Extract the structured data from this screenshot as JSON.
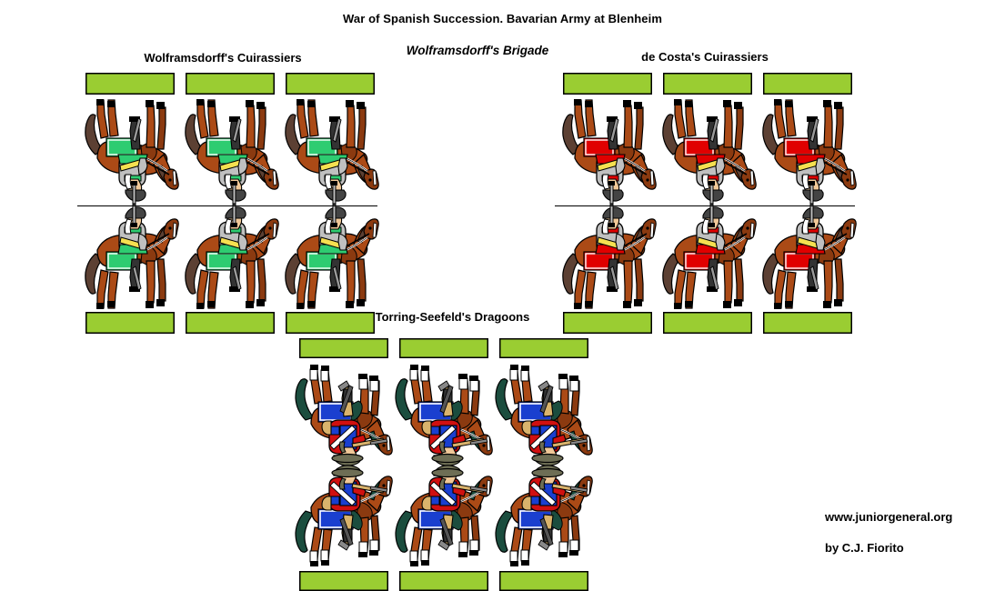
{
  "document": {
    "title": "War of Spanish Succession. Bavarian Army at Blenheim"
  },
  "headings": {
    "brigade": "Wolframsdorff's Brigade",
    "wolframsdorff_cuirassiers": "Wolframsdorff's Cuirassiers",
    "decosta_cuirassiers": "de Costa's Cuirassiers",
    "torring_dragoons": "Torring-Seefeld's Dragoons"
  },
  "credits": {
    "url": "www.juniorgeneral.org",
    "author": "by C.J. Fiorito"
  },
  "colors": {
    "base_tab_green": "#9ACD32",
    "base_tab_outline": "#000000",
    "horse_body": "#AB4A16",
    "horse_body_shade": "#8B3A10",
    "horse_mane_tail": "#5C4033",
    "horse_hoof": "#000000",
    "horse_stocking_white": "#FFFFFF",
    "cuirass_armor_grey": "#C0C0C0",
    "cuirass_armor_dark": "#808080",
    "wolframsdorff_facing_green": "#2ECC71",
    "wolframsdorff_facing_lightgreen": "#A8E6C0",
    "decosta_facing_red": "#E00000",
    "sash_yellow": "#F5E050",
    "dragoon_coat_red": "#D01010",
    "dragoon_facing_blue": "#1A3FCF",
    "dragoon_shabraque_green": "#1B4D3E",
    "dragoon_hat_grey": "#6E6E55",
    "flesh": "#F0C898",
    "outline": "#000000",
    "white": "#FFFFFF",
    "buff": "#D9B36C"
  },
  "units": [
    {
      "id": "wolframsdorff-cuirassiers",
      "name": "Wolframsdorff's Cuirassiers",
      "type": "cuirassiers",
      "facing_color": "#2ECC71",
      "figure_count": 3,
      "has_fold_line": true,
      "figures": [
        {
          "index": 1,
          "label": "cuirassier-figure-1"
        },
        {
          "index": 2,
          "label": "cuirassier-figure-2"
        },
        {
          "index": 3,
          "label": "cuirassier-figure-3"
        }
      ]
    },
    {
      "id": "decosta-cuirassiers",
      "name": "de Costa's Cuirassiers",
      "type": "cuirassiers",
      "facing_color": "#E00000",
      "figure_count": 3,
      "has_fold_line": true,
      "figures": [
        {
          "index": 1,
          "label": "cuirassier-figure-1"
        },
        {
          "index": 2,
          "label": "cuirassier-figure-2"
        },
        {
          "index": 3,
          "label": "cuirassier-figure-3"
        }
      ]
    },
    {
      "id": "torring-seefeld-dragoons",
      "name": "Torring-Seefeld's Dragoons",
      "type": "dragoons",
      "facing_color": "#1A3FCF",
      "coat_color": "#D01010",
      "figure_count": 3,
      "has_fold_line": false,
      "figures": [
        {
          "index": 1,
          "label": "dragoon-figure-1"
        },
        {
          "index": 2,
          "label": "dragoon-figure-2"
        },
        {
          "index": 3,
          "label": "dragoon-figure-3"
        }
      ]
    }
  ]
}
